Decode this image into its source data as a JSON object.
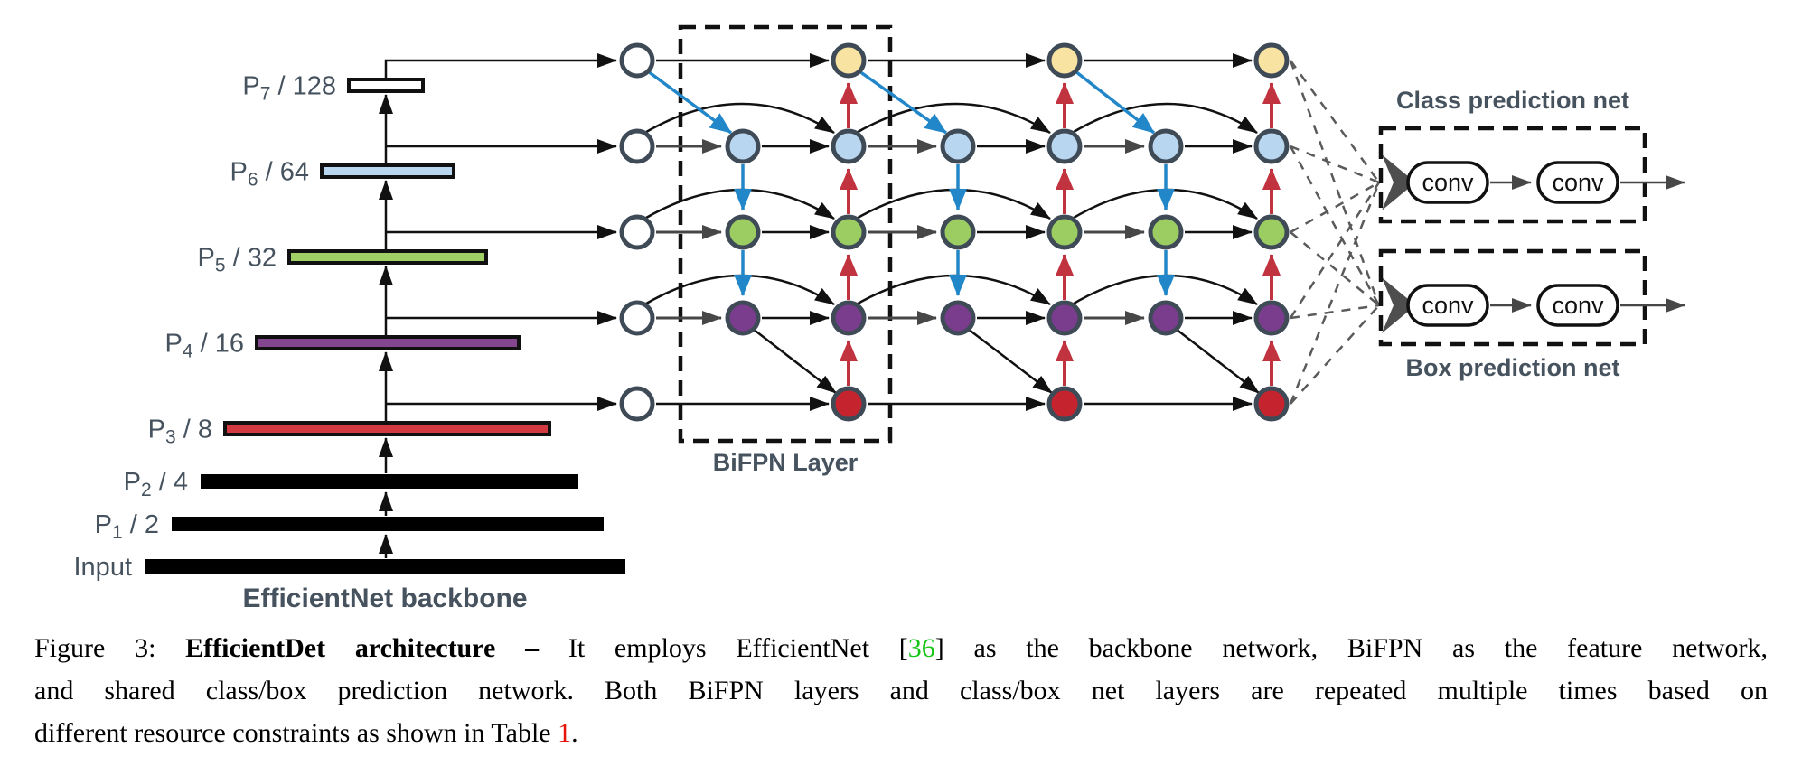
{
  "figure": {
    "backbone_label": "EfficientNet backbone",
    "bifpn_label": "BiFPN Layer",
    "bifpn_layers_shown": 3,
    "levels": [
      {
        "id": "p7",
        "base": "P",
        "sub": "7",
        "rest": " / 128",
        "bar_color": "bar_white"
      },
      {
        "id": "p6",
        "base": "P",
        "sub": "6",
        "rest": " / 64",
        "bar_color": "bar_blue"
      },
      {
        "id": "p5",
        "base": "P",
        "sub": "5",
        "rest": " / 32",
        "bar_color": "bar_green"
      },
      {
        "id": "p4",
        "base": "P",
        "sub": "4",
        "rest": " / 16",
        "bar_color": "bar_purple"
      },
      {
        "id": "p3",
        "base": "P",
        "sub": "3",
        "rest": " / 8",
        "bar_color": "bar_red"
      },
      {
        "id": "p2",
        "base": "P",
        "sub": "2",
        "rest": " / 4",
        "bar_color": "bar_black"
      },
      {
        "id": "p1",
        "base": "P",
        "sub": "1",
        "rest": " / 2",
        "bar_color": "bar_black"
      },
      {
        "id": "input",
        "base": "Input",
        "sub": "",
        "rest": "",
        "bar_color": "bar_black"
      }
    ],
    "class_net": {
      "title": "Class prediction net",
      "conv1": "conv",
      "conv2": "conv"
    },
    "box_net": {
      "title": "Box prediction net",
      "conv1": "conv",
      "conv2": "conv"
    }
  },
  "colors": {
    "label_slate": "#46535f",
    "node_stroke": "#3f4a57",
    "arrow_black": "#111111",
    "arrow_gray": "#474747",
    "arrow_blue": "#2287c8",
    "arrow_red": "#c0333f",
    "dashed_gray": "#5a5a5a",
    "funnel_gray": "#4e4e4e",
    "conv_border": "#111111",
    "node_yellow": "#f8e3a3",
    "node_blue": "#b8d6ef",
    "node_green": "#9ccd63",
    "node_purple": "#7a3c8c",
    "node_red": "#c5242f",
    "bar_white": "#ffffff",
    "bar_blue": "#b8d6ef",
    "bar_green": "#a0d065",
    "bar_purple": "#84478f",
    "bar_red": "#d23940",
    "bar_black": "#000000",
    "citation_green": "#16c516",
    "table_ref_red": "#e81309"
  },
  "caption": {
    "prefix": "Figure 3: ",
    "bold_title": "EfficientDet architecture –",
    "line1_mid": " It employs EfficientNet [",
    "citation": "36",
    "line1_end": "] as the backbone network, BiFPN as the feature network,",
    "line2": "and shared class/box prediction network. Both BiFPN layers and class/box net layers are repeated multiple times based on",
    "line3_start": "different resource constraints as shown in Table ",
    "table_ref": "1",
    "line3_end": "."
  }
}
